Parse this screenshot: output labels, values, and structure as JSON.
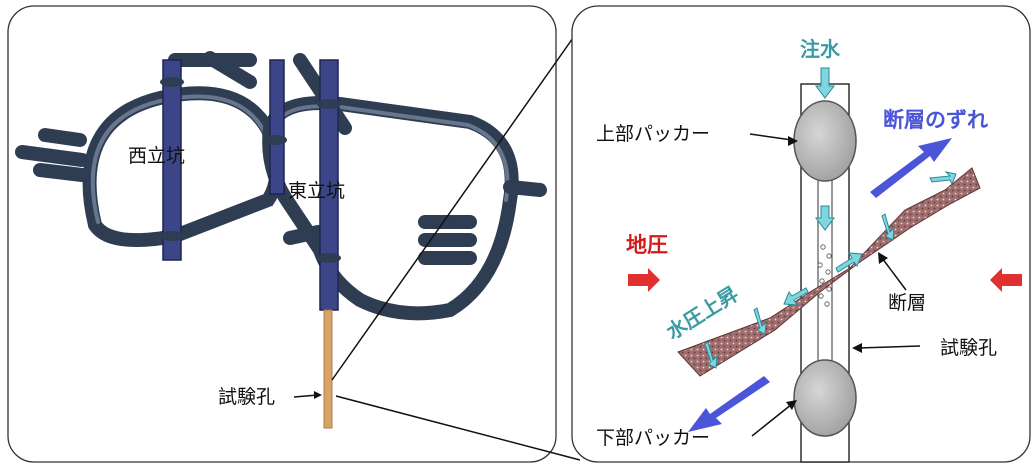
{
  "left_panel": {
    "labels": {
      "west_shaft": "西立坑",
      "east_shaft": "東立坑",
      "test_hole": "試験孔"
    }
  },
  "right_panel": {
    "labels": {
      "water_injection": "注水",
      "upper_packer": "上部パッカー",
      "lower_packer": "下部パッカー",
      "fault_slip": "断層のずれ",
      "ground_pressure": "地圧",
      "water_pressure_rise": "水圧上昇",
      "fault": "断層",
      "test_hole": "試験孔"
    }
  },
  "colors": {
    "tunnel": "#2e3d52",
    "shaft": "#3b4587",
    "test_hole": "#d9a36a",
    "packer": "#b9b9b9",
    "fault_zone": "#9c6b6b",
    "water_arrow": "#7fd6e0",
    "slip_arrow": "#4a55d8",
    "pressure_arrow": "#e03030"
  }
}
